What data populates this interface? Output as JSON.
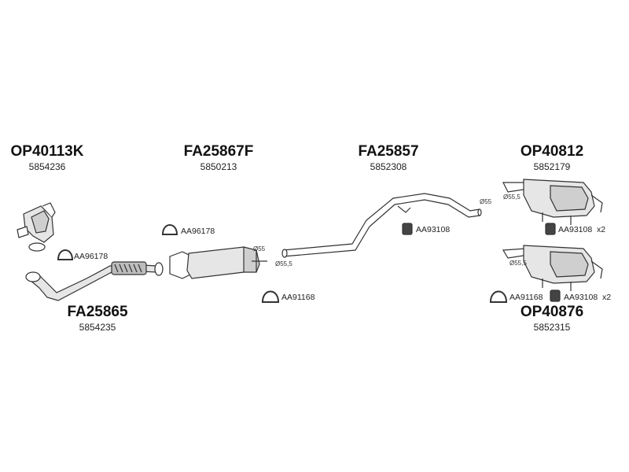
{
  "groups": [
    {
      "code": "OP40113K",
      "number": "5854236"
    },
    {
      "code": "FA25867F",
      "number": "5850213"
    },
    {
      "code": "FA25857",
      "number": "5852308"
    },
    {
      "code": "OP40812",
      "number": "5852179"
    },
    {
      "code": "FA25865",
      "number": "5854235"
    },
    {
      "code": "OP40876",
      "number": "5852315"
    }
  ],
  "accessories": [
    {
      "label": "AA96178",
      "icon": "clamp-icon"
    },
    {
      "label": "AA96178",
      "icon": "clamp-icon"
    },
    {
      "label": "AA91168",
      "icon": "clamp-icon"
    },
    {
      "label": "AA93108",
      "icon": "rubber-mount-icon"
    },
    {
      "label": "AA93108",
      "icon": "rubber-mount-icon"
    },
    {
      "label": "x2"
    },
    {
      "label": "AA91168",
      "icon": "clamp-icon"
    },
    {
      "label": "AA93108",
      "icon": "rubber-mount-icon"
    },
    {
      "label": "x2"
    }
  ],
  "diameters": [
    "Ø55",
    "Ø55,5",
    "Ø55",
    "Ø55,5",
    "Ø55,5"
  ],
  "colors": {
    "line": "#333333",
    "fill": "#e6e6e6",
    "dark": "#555555"
  }
}
